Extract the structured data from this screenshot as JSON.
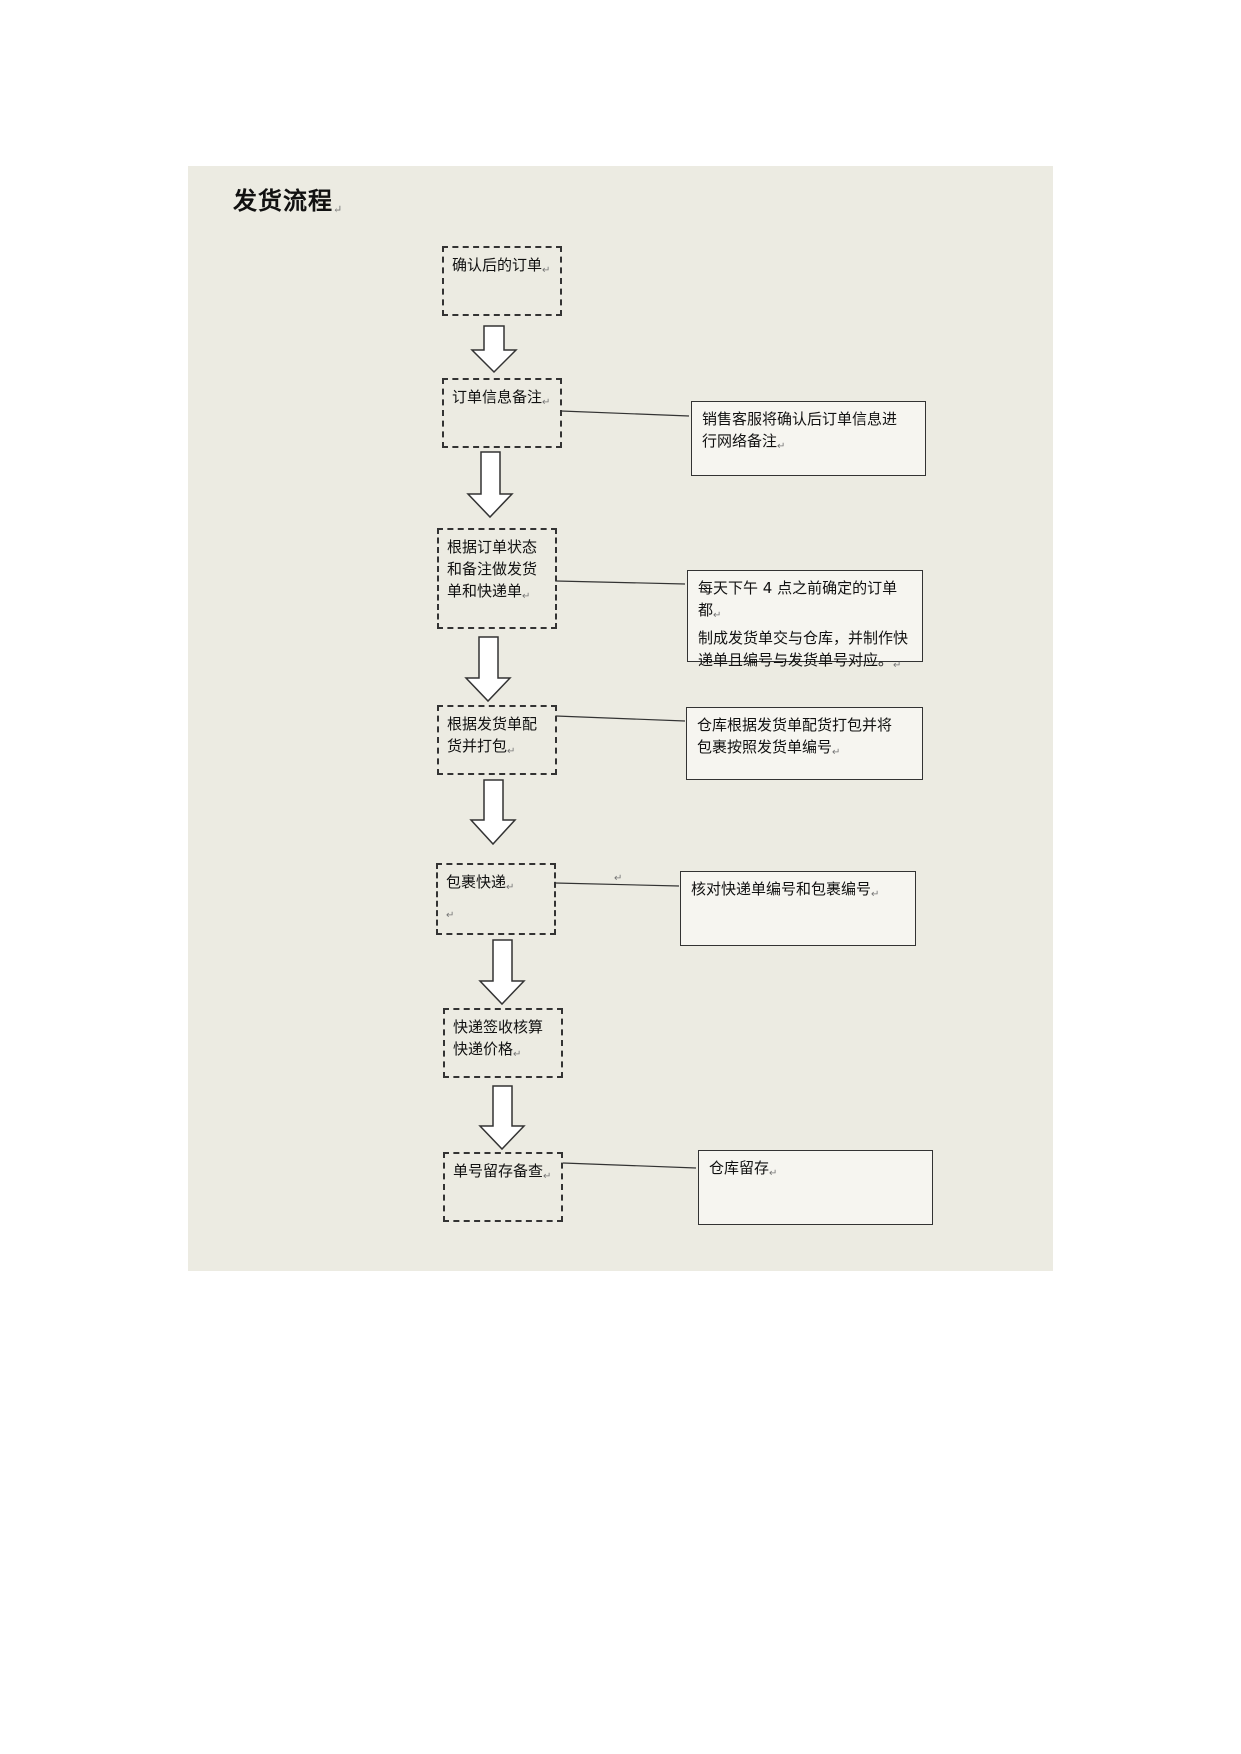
{
  "title": "发货流程",
  "return_mark": "↵",
  "steps": [
    {
      "lines": [
        "确认后的订单"
      ]
    },
    {
      "lines": [
        "订单信息备注"
      ]
    },
    {
      "lines": [
        "根据订单状态",
        "和备注做发货",
        "单和快递单"
      ]
    },
    {
      "lines": [
        "根据发货单配",
        "货并打包"
      ]
    },
    {
      "lines": [
        "包裹快递"
      ]
    },
    {
      "lines": [
        "快递签收核算",
        "快递价格"
      ]
    },
    {
      "lines": [
        "单号留存备查"
      ]
    }
  ],
  "notes": [
    {
      "lines": [
        "销售客服将确认后订单信息进",
        "行网络备注"
      ]
    },
    {
      "lines": [
        "每天下午 4 点之前确定的订单都",
        "制成发货单交与仓库，并制作快",
        "递单且编号与发货单号对应。"
      ]
    },
    {
      "lines": [
        "仓库根据发货单配货打包并将",
        "包裹按照发货单编号"
      ]
    },
    {
      "lines": [
        "核对快递单编号和包裹编号"
      ]
    },
    {
      "lines": [
        "仓库留存"
      ]
    }
  ]
}
